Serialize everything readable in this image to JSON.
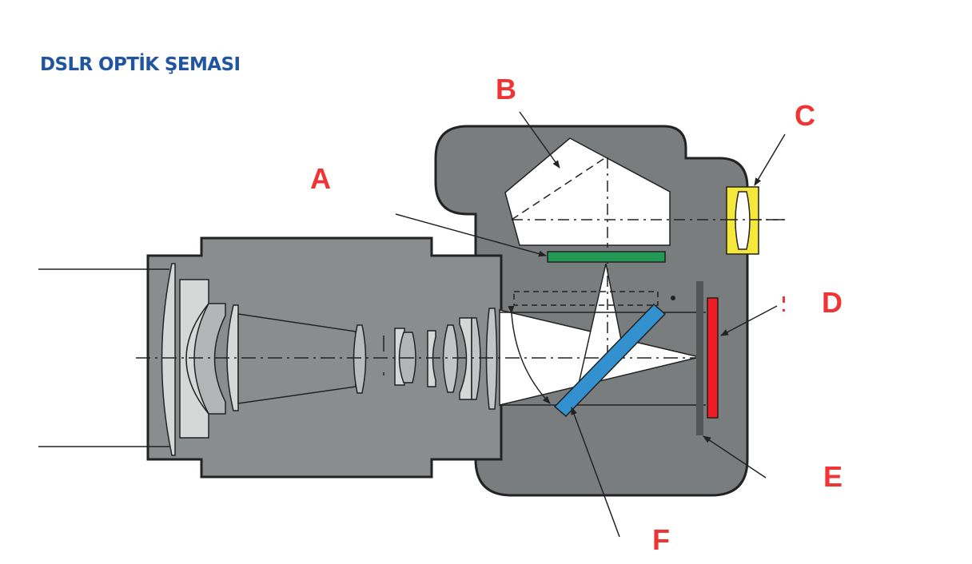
{
  "title": "DSLR OPTİK ŞEMASI",
  "labels": {
    "a": "A",
    "b": "B",
    "c": "C",
    "d": "D",
    "e": "E",
    "f": "F"
  },
  "colors": {
    "title": "#2255a0",
    "label": "#f03434",
    "body": "#7a7d7d",
    "lens_barrel": "#8a8d8e",
    "focusing_screen": "#229955",
    "eyepiece": "#f5e83a",
    "sensor": "#ee1c24",
    "mirror": "#3391d0",
    "shutter": "#555555"
  }
}
